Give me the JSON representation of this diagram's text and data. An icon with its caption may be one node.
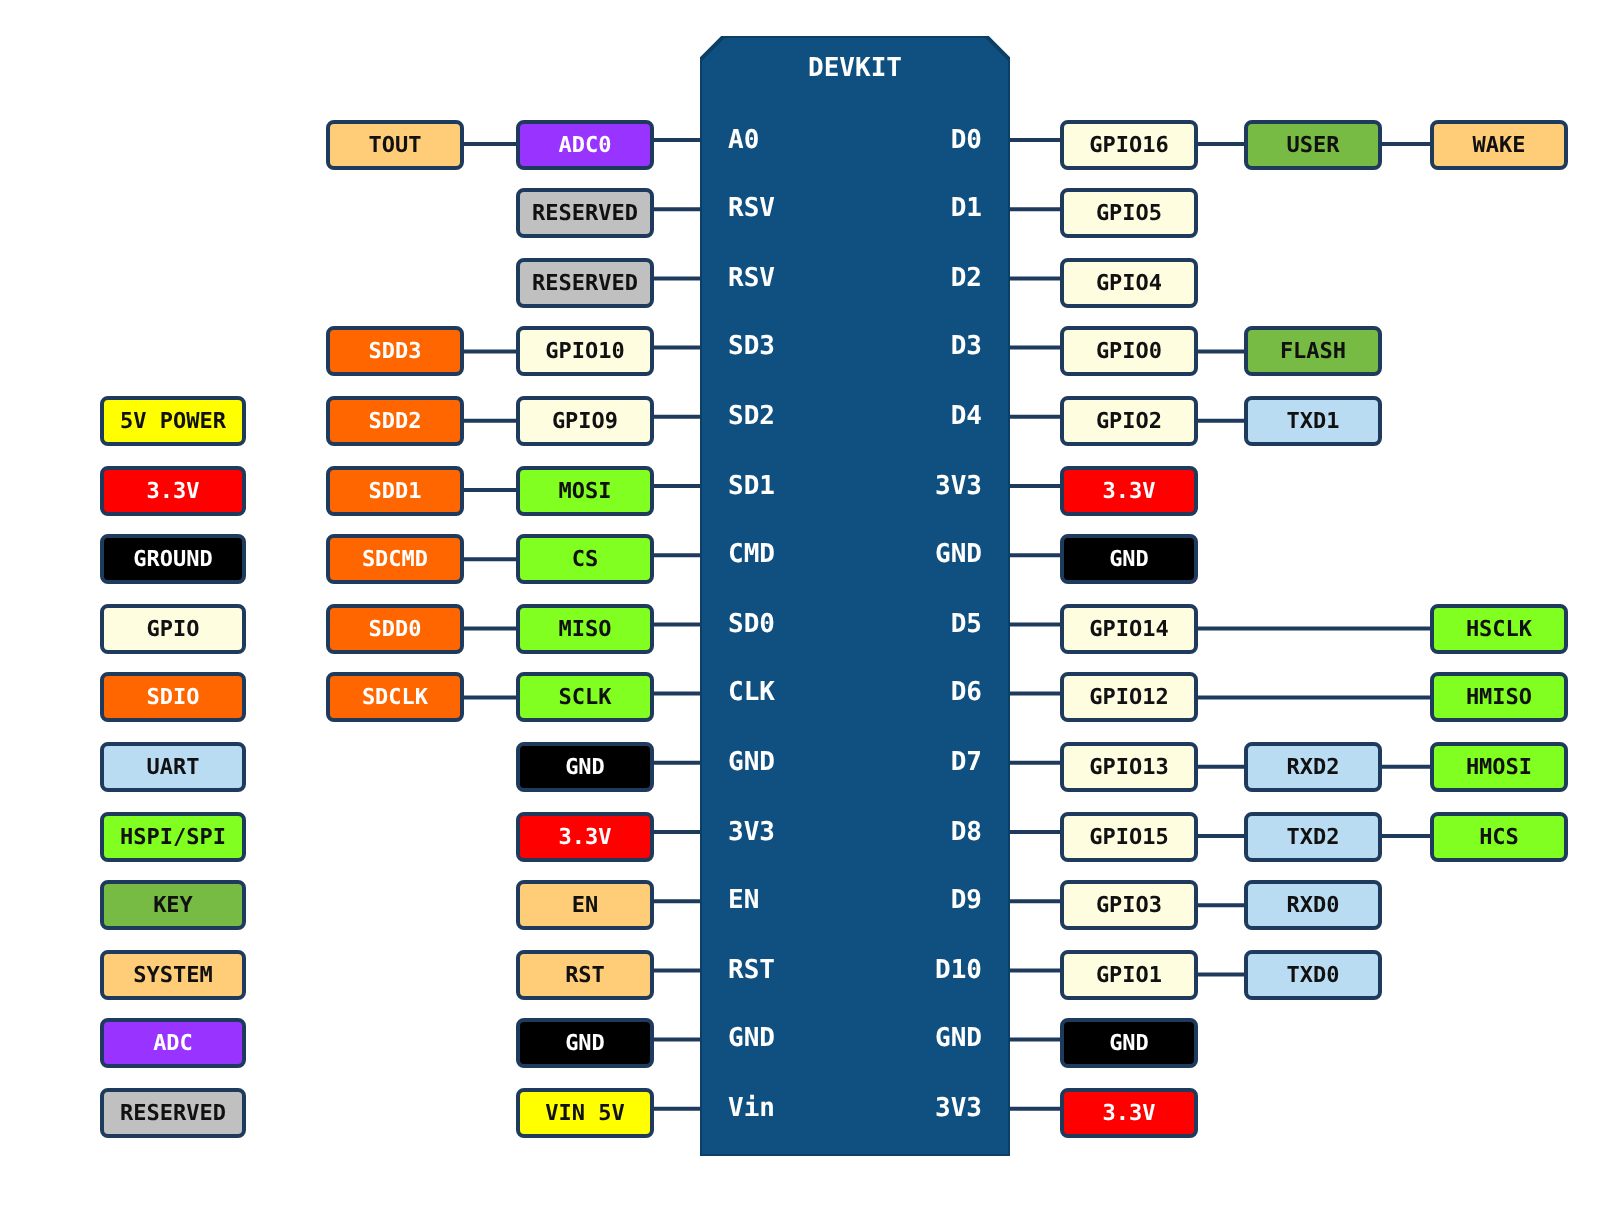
{
  "diagram": {
    "nodes": [
      {
        "text": [
          "DEVKIT"
        ]
      },
      {
        "text": [
          "A0"
        ],
        "in": 0
      },
      {
        "text": [
          "RSV"
        ],
        "in": 0
      },
      {
        "text": [
          "RSV"
        ],
        "in": 0
      },
      {
        "text": [
          "SD3"
        ],
        "in": 0
      },
      {
        "text": [
          "SD2"
        ],
        "in": 0
      },
      {
        "text": [
          "SD1"
        ],
        "in": 0
      },
      {
        "text": [
          "CMD"
        ],
        "in": 0
      },
      {
        "text": [
          "SD0"
        ],
        "in": 0
      },
      {
        "text": [
          "CLK"
        ],
        "in": 0
      },
      {
        "text": [
          "GND"
        ],
        "in": 0
      },
      {
        "text": [
          "3V3"
        ],
        "in": 0
      },
      {
        "text": [
          "EN"
        ],
        "in": 0
      },
      {
        "text": [
          "RST"
        ],
        "in": 0
      },
      {
        "text": [
          "GND"
        ],
        "in": 0
      },
      {
        "text": [
          "Vin"
        ],
        "in": 0
      },
      {
        "text": [
          "D0"
        ],
        "in": 0
      },
      {
        "text": [
          "D1"
        ],
        "in": 0
      },
      {
        "text": [
          "D2"
        ],
        "in": 0
      },
      {
        "text": [
          "D3"
        ],
        "in": 0
      },
      {
        "text": [
          "D4"
        ],
        "in": 0
      },
      {
        "text": [
          "3V3"
        ],
        "in": 0
      },
      {
        "text": [
          "GND"
        ],
        "in": 0
      },
      {
        "text": [
          "D5"
        ],
        "in": 0
      },
      {
        "text": [
          "D6"
        ],
        "in": 0
      },
      {
        "text": [
          "D7"
        ],
        "in": 0
      },
      {
        "text": [
          "D8"
        ],
        "in": 0
      },
      {
        "text": [
          "D9"
        ],
        "in": 0
      },
      {
        "text": [
          "D10"
        ],
        "in": 0
      },
      {
        "text": [
          "GND"
        ],
        "in": 0
      },
      {
        "text": [
          "3V3"
        ],
        "in": 0
      },
      {
        "text": [
          "TOUT"
        ]
      },
      {
        "text": [
          "ADC0"
        ]
      },
      {
        "text": [
          "GPIO16"
        ]
      },
      {
        "text": [
          "USER"
        ]
      },
      {
        "text": [
          "WAKE"
        ]
      },
      {
        "text": [
          "RESERVED"
        ]
      },
      {
        "text": [
          "GPIO5"
        ]
      },
      {
        "text": [
          "RESERVED"
        ]
      },
      {
        "text": [
          "GPIO4"
        ]
      },
      {
        "text": [
          "SDD3"
        ]
      },
      {
        "text": [
          "GPIO10"
        ]
      },
      {
        "text": [
          "GPIO0"
        ]
      },
      {
        "text": [
          "FLASH"
        ]
      },
      {
        "text": [
          "SDD2"
        ]
      },
      {
        "text": [
          "GPIO9"
        ]
      },
      {
        "text": [
          "GPIO2"
        ]
      },
      {
        "text": [
          "TXD1"
        ]
      },
      {
        "text": [
          "SDD1"
        ]
      },
      {
        "text": [
          "MOSI"
        ]
      },
      {
        "text": [
          "3.3V"
        ]
      },
      {
        "text": [
          "SDCMD"
        ]
      },
      {
        "text": [
          "CS"
        ]
      },
      {
        "text": [
          "GND"
        ]
      },
      {
        "text": [
          "SDD0"
        ]
      },
      {
        "text": [
          "MISO"
        ]
      },
      {
        "text": [
          "GPIO14"
        ]
      },
      {
        "text": [
          "HSCLK"
        ]
      },
      {
        "text": [
          "SDCLK"
        ]
      },
      {
        "text": [
          "SCLK"
        ]
      },
      {
        "text": [
          "GPIO12"
        ]
      },
      {
        "text": [
          "HMISO"
        ]
      },
      {
        "text": [
          "GND"
        ]
      },
      {
        "text": [
          "GPIO13"
        ]
      },
      {
        "text": [
          "RXD2"
        ]
      },
      {
        "text": [
          "HMOSI"
        ]
      },
      {
        "text": [
          "3.3V"
        ]
      },
      {
        "text": [
          "GPIO15"
        ]
      },
      {
        "text": [
          "TXD2"
        ]
      },
      {
        "text": [
          "HCS"
        ]
      },
      {
        "text": [
          "EN"
        ]
      },
      {
        "text": [
          "GPIO3"
        ]
      },
      {
        "text": [
          "RXD0"
        ]
      },
      {
        "text": [
          "RST"
        ]
      },
      {
        "text": [
          "GPIO1"
        ]
      },
      {
        "text": [
          "TXD0"
        ]
      },
      {
        "text": [
          "GND"
        ]
      },
      {
        "text": [
          "GND"
        ]
      },
      {
        "text": [
          "VIN 5V"
        ]
      },
      {
        "text": [
          "3.3V"
        ]
      }
    ],
    "edges": [
      {
        "from": 1,
        "to": 32,
        "arrow": "none"
      },
      {
        "from": 32,
        "to": 31,
        "arrow": "none"
      },
      {
        "from": 2,
        "to": 36,
        "arrow": "none"
      },
      {
        "from": 3,
        "to": 38,
        "arrow": "none"
      },
      {
        "from": 4,
        "to": 41,
        "arrow": "none"
      },
      {
        "from": 41,
        "to": 40,
        "arrow": "none"
      },
      {
        "from": 5,
        "to": 45,
        "arrow": "none"
      },
      {
        "from": 45,
        "to": 44,
        "arrow": "none"
      },
      {
        "from": 6,
        "to": 49,
        "arrow": "none"
      },
      {
        "from": 49,
        "to": 48,
        "arrow": "none"
      },
      {
        "from": 7,
        "to": 52,
        "arrow": "none"
      },
      {
        "from": 52,
        "to": 51,
        "arrow": "none"
      },
      {
        "from": 8,
        "to": 55,
        "arrow": "none"
      },
      {
        "from": 55,
        "to": 54,
        "arrow": "none"
      },
      {
        "from": 9,
        "to": 59,
        "arrow": "none"
      },
      {
        "from": 59,
        "to": 58,
        "arrow": "none"
      },
      {
        "from": 10,
        "to": 62,
        "arrow": "none"
      },
      {
        "from": 11,
        "to": 66,
        "arrow": "none"
      },
      {
        "from": 12,
        "to": 70,
        "arrow": "none"
      },
      {
        "from": 13,
        "to": 73,
        "arrow": "none"
      },
      {
        "from": 14,
        "to": 76,
        "arrow": "none"
      },
      {
        "from": 15,
        "to": 78,
        "arrow": "none"
      },
      {
        "from": 16,
        "to": 33,
        "arrow": "none"
      },
      {
        "from": 33,
        "to": 34,
        "arrow": "none"
      },
      {
        "from": 34,
        "to": 35,
        "arrow": "none"
      },
      {
        "from": 17,
        "to": 37,
        "arrow": "none"
      },
      {
        "from": 18,
        "to": 39,
        "arrow": "none"
      },
      {
        "from": 19,
        "to": 42,
        "arrow": "none"
      },
      {
        "from": 42,
        "to": 43,
        "arrow": "none"
      },
      {
        "from": 20,
        "to": 46,
        "arrow": "none"
      },
      {
        "from": 46,
        "to": 47,
        "arrow": "none"
      },
      {
        "from": 21,
        "to": 50,
        "arrow": "none"
      },
      {
        "from": 22,
        "to": 53,
        "arrow": "none"
      },
      {
        "from": 23,
        "to": 56,
        "arrow": "none"
      },
      {
        "from": 56,
        "to": 57,
        "arrow": "none"
      },
      {
        "from": 24,
        "to": 60,
        "arrow": "none"
      },
      {
        "from": 60,
        "to": 61,
        "arrow": "none"
      },
      {
        "from": 25,
        "to": 63,
        "arrow": "none"
      },
      {
        "from": 63,
        "to": 64,
        "arrow": "none"
      },
      {
        "from": 64,
        "to": 65,
        "arrow": "none"
      },
      {
        "from": 26,
        "to": 67,
        "arrow": "none"
      },
      {
        "from": 67,
        "to": 68,
        "arrow": "none"
      },
      {
        "from": 68,
        "to": 69,
        "arrow": "none"
      },
      {
        "from": 27,
        "to": 71,
        "arrow": "none"
      },
      {
        "from": 71,
        "to": 72,
        "arrow": "none"
      },
      {
        "from": 28,
        "to": 74,
        "arrow": "none"
      },
      {
        "from": 74,
        "to": 75,
        "arrow": "none"
      },
      {
        "from": 29,
        "to": 77,
        "arrow": "none"
      },
      {
        "from": 30,
        "to": 79,
        "arrow": "none"
      }
    ],
    "legend": [
      {
        "text": "5V POWER",
        "color": "#ffff00"
      },
      {
        "text": "3.3V",
        "color": "#ff0000"
      },
      {
        "text": "GROUND",
        "color": "#000000"
      },
      {
        "text": "GPIO",
        "color": "#fffde0"
      },
      {
        "text": "SDIO",
        "color": "#ff6600"
      },
      {
        "text": "UART",
        "color": "#b9dcf3"
      },
      {
        "text": "HSPI/SPI",
        "color": "#80ff20"
      },
      {
        "text": "KEY",
        "color": "#77bb44"
      },
      {
        "text": "SYSTEM",
        "color": "#ffcc77"
      },
      {
        "text": "ADC",
        "color": "#9933ff"
      },
      {
        "text": "RESERVED",
        "color": "#c0c0c0"
      }
    ]
  }
}
